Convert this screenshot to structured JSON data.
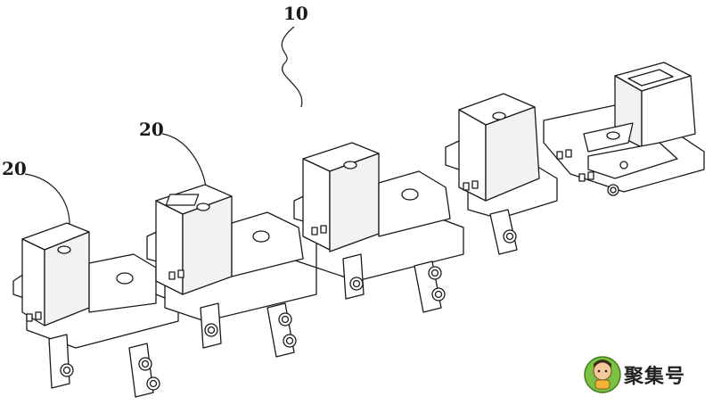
{
  "labels": {
    "assembly_ref": "10",
    "part_ref_left": "20",
    "part_ref_second": "20"
  },
  "watermark": {
    "text": "聚集号",
    "icon": "cartoon-avatar-icon"
  },
  "colors": {
    "line": "#1a1a1a",
    "paper": "#ffffff",
    "avatar_green": "#7cc242"
  }
}
